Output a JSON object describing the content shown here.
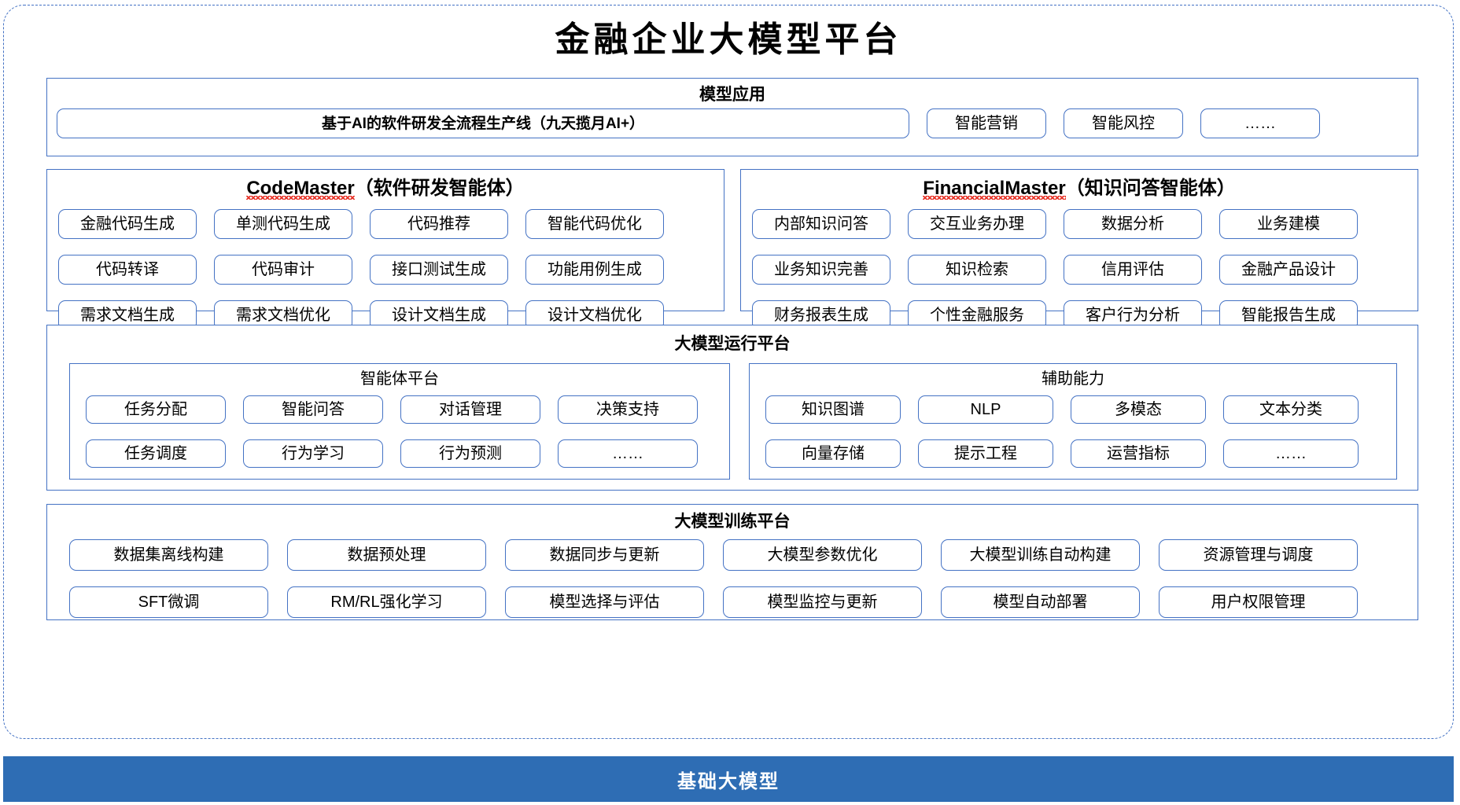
{
  "page": {
    "title": "金融企业大模型平台",
    "accent_color": "#4472c4",
    "footer_color": "#2e6db4",
    "squiggle_color": "#e8372c"
  },
  "model_application": {
    "heading": "模型应用",
    "items": [
      {
        "label": "基于AI的软件研发全流程生产线（九天揽月AI+）",
        "emphasis": true
      },
      {
        "label": "智能营销",
        "emphasis": false
      },
      {
        "label": "智能风控",
        "emphasis": false
      },
      {
        "label": "……",
        "emphasis": false
      }
    ]
  },
  "code_master": {
    "name": "CodeMaster",
    "suffix": "（软件研发智能体）",
    "rows": [
      [
        "金融代码生成",
        "单测代码生成",
        "代码推荐",
        "智能代码优化"
      ],
      [
        "代码转译",
        "代码审计",
        "接口测试生成",
        "功能用例生成"
      ],
      [
        "需求文档生成",
        "需求文档优化",
        "设计文档生成",
        "设计文档优化"
      ]
    ]
  },
  "financial_master": {
    "name": "FinancialMaster",
    "suffix": "（知识问答智能体）",
    "rows": [
      [
        "内部知识问答",
        "交互业务办理",
        "数据分析",
        "业务建模"
      ],
      [
        "业务知识完善",
        "知识检索",
        "信用评估",
        "金融产品设计"
      ],
      [
        "财务报表生成",
        "个性金融服务",
        "客户行为分析",
        "智能报告生成"
      ]
    ]
  },
  "run_platform": {
    "heading": "大模型运行平台",
    "agent_platform": {
      "heading": "智能体平台",
      "rows": [
        [
          "任务分配",
          "智能问答",
          "对话管理",
          "决策支持"
        ],
        [
          "任务调度",
          "行为学习",
          "行为预测",
          "……"
        ]
      ]
    },
    "support_capability": {
      "heading": "辅助能力",
      "rows": [
        [
          "知识图谱",
          "NLP",
          "多模态",
          "文本分类"
        ],
        [
          "向量存储",
          "提示工程",
          "运营指标",
          "……"
        ]
      ]
    }
  },
  "train_platform": {
    "heading": "大模型训练平台",
    "rows": [
      [
        "数据集离线构建",
        "数据预处理",
        "数据同步与更新",
        "大模型参数优化",
        "大模型训练自动构建",
        "资源管理与调度"
      ],
      [
        "SFT微调",
        "RM/RL强化学习",
        "模型选择与评估",
        "模型监控与更新",
        "模型自动部署",
        "用户权限管理"
      ]
    ]
  },
  "footer": {
    "label": "基础大模型"
  }
}
